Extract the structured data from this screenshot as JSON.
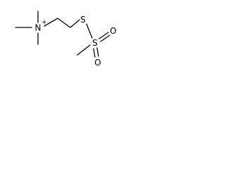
{
  "molecule": {
    "atoms": {
      "nitrogen": "N",
      "nitrogen_charge": "+",
      "sulfur_thio": "S",
      "sulfur_sulfonyl": "S",
      "oxygen_top": "O",
      "oxygen_bottom": "O"
    }
  }
}
